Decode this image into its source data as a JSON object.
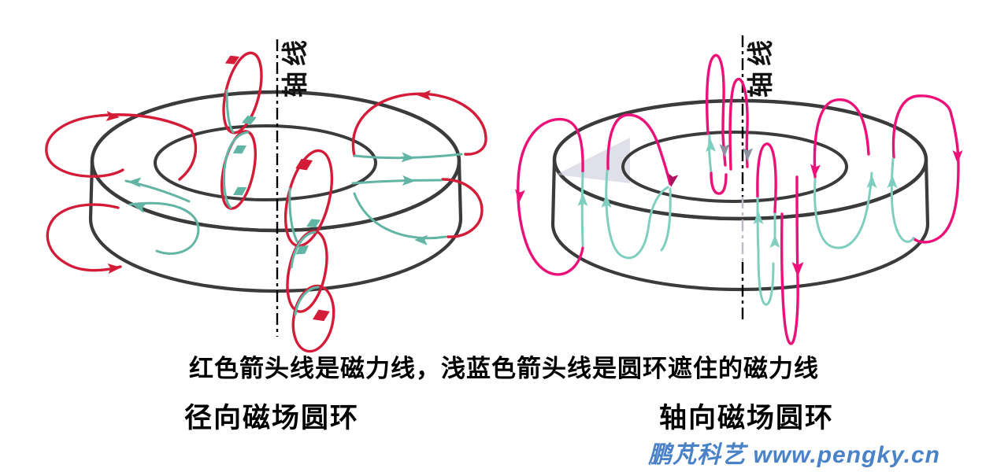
{
  "legend": {
    "caption": "红色箭头线是磁力线，浅蓝色箭头线是圆环遮住的磁力线"
  },
  "diagrams": {
    "left": {
      "label": "径向磁场圆环",
      "axis_label": "轴线"
    },
    "right": {
      "label": "轴向磁场圆环",
      "axis_label": "轴线"
    }
  },
  "watermark": {
    "text": "鹏芃科艺 www.pengky.cn"
  },
  "colors": {
    "red": "#d31c38",
    "magenta": "#ec1179",
    "magentaDark": "#b0115e",
    "teal": "#62b4a4",
    "teal2": "#7fcfc0",
    "grayArrow": "#8b93a0",
    "outline": "#3b3b3b",
    "ringLeftTop": "#e7f2f4",
    "ringRightTop": "#e9e8f5",
    "wmblue": "#4a82c8"
  }
}
